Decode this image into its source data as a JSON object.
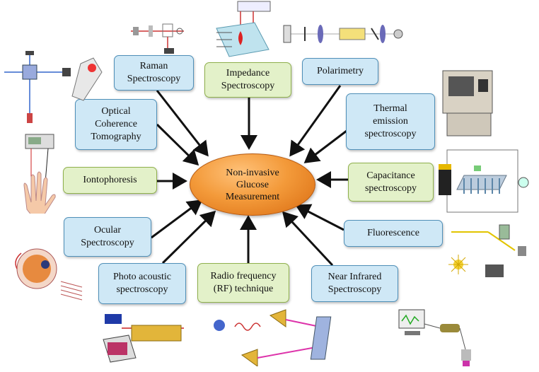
{
  "center": {
    "label": "Non-invasive\nGlucose\nMeasurement"
  },
  "methods": {
    "raman": "Raman\nSpectroscopy",
    "impedance": "Impedance\nSpectroscopy",
    "polarimetry": "Polarimetry",
    "thermal": "Thermal\nemission\nspectroscopy",
    "oct": "Optical\nCoherence\nTomography",
    "iontophoresis": "Iontophoresis",
    "capacitance": "Capacitance\nspectroscopy",
    "ocular": "Ocular\nSpectroscopy",
    "fluorescence": "Fluorescence",
    "photoacoustic": "Photo acoustic\nspectroscopy",
    "rf": "Radio frequency\n(RF) technique",
    "nir": "Near Infrared\nSpectroscopy"
  },
  "colors": {
    "blue_box": "#cfe8f6",
    "green_box": "#e3f1c9",
    "center": "#f39a3a",
    "arrow": "#111111"
  }
}
